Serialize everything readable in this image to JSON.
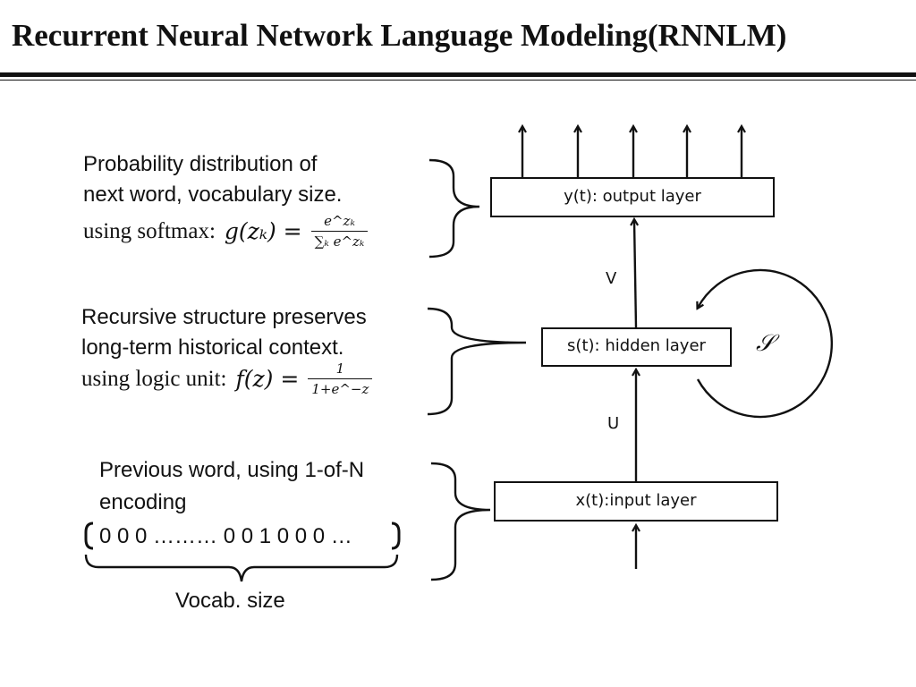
{
  "slide": {
    "title": "Recurrent Neural Network Language Modeling(RNNLM)"
  },
  "output_note": {
    "line1": "Probability distribution of",
    "line2": "next word, vocabulary size.",
    "formula_prefix": "using softmax:",
    "formula_lhs": "g(zₖ) =",
    "formula_num": "e^zₖ",
    "formula_den": "∑ₖ e^zₖ"
  },
  "hidden_note": {
    "line1": "Recursive structure preserves",
    "line2": "long-term historical context.",
    "formula_prefix": "using logic unit:",
    "formula_lhs": "f(z) =",
    "formula_num": "1",
    "formula_den": "1+e^−z"
  },
  "input_note": {
    "line1": "Previous word, using 1-of-N",
    "line2": "encoding",
    "vector": "0 0 0 ……… 0 0 1 0 0 0 …",
    "vocab_label": "Vocab. size"
  },
  "network": {
    "output_layer": "y(t): output layer",
    "hidden_layer": "s(t): hidden layer",
    "input_layer": "x(t):input layer",
    "weight_v": "V",
    "weight_u": "U",
    "recurrent_symbol": "𝒮"
  }
}
